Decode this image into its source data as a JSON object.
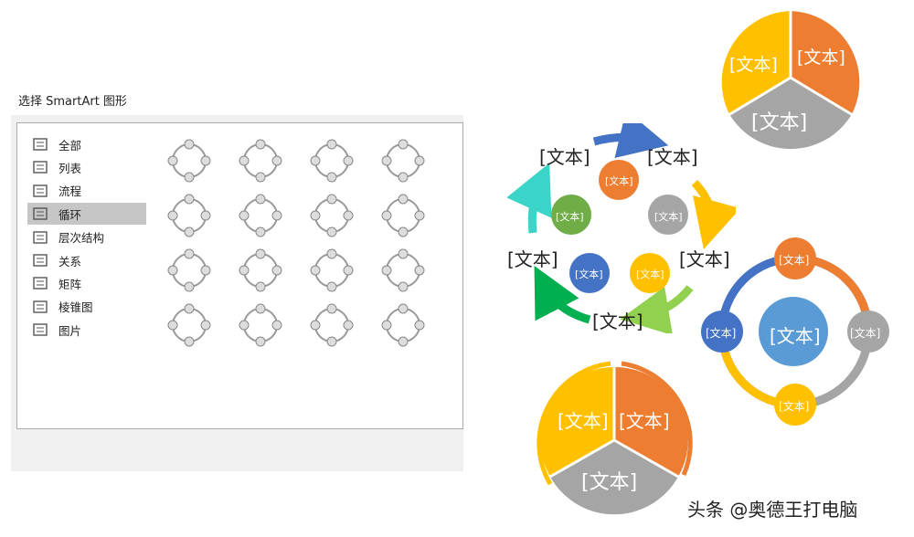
{
  "dialog": {
    "title": "选择 SmartArt 图形",
    "categories": [
      {
        "label": "全部",
        "icon": "all-icon"
      },
      {
        "label": "列表",
        "icon": "list-icon"
      },
      {
        "label": "流程",
        "icon": "process-icon"
      },
      {
        "label": "循环",
        "icon": "cycle-icon",
        "selected": true
      },
      {
        "label": "层次结构",
        "icon": "hierarchy-icon"
      },
      {
        "label": "关系",
        "icon": "relationship-icon"
      },
      {
        "label": "矩阵",
        "icon": "matrix-icon"
      },
      {
        "label": "棱锥图",
        "icon": "pyramid-icon"
      },
      {
        "label": "图片",
        "icon": "picture-icon"
      }
    ],
    "layouts_count": 16
  },
  "samples": {
    "text": "[文本]",
    "colors": {
      "orange": "#ed7d31",
      "gray": "#a5a5a5",
      "yellow": "#ffc000",
      "blue": "#4472c4",
      "green": "#70ad47",
      "lightblue": "#5b9bd5"
    }
  },
  "watermark": "头条 @奥德王打电脑"
}
